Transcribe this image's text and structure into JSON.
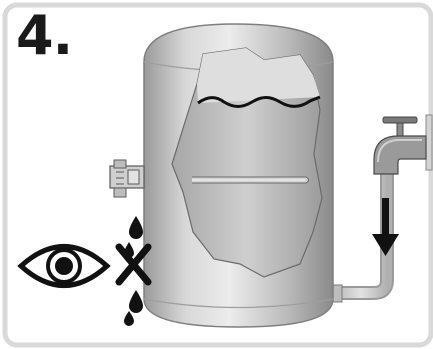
{
  "step": {
    "number": "4."
  },
  "icons": {
    "frame": "rounded-frame",
    "tank": "water-heater-tank-icon",
    "tank_cutaway": "tank-cutaway-interior",
    "water_level": "water-level-wave",
    "heating_element": "heating-element-rod",
    "safety_valve": "safety-valve-icon",
    "faucet": "water-tap-icon",
    "pipe": "drain-pipe",
    "flow_arrow": "flow-direction-arrow-down",
    "eye": "eye-icon",
    "cross": "prohibited-cross-icon",
    "drops": "water-drop-icon"
  },
  "colors": {
    "frame": "#d9d9d9",
    "tank_light": "#e6e6e6",
    "tank_mid": "#bdbdbd",
    "tank_dark": "#8e8e8e",
    "outline": "#1a1a1a",
    "pipe": "#c9c9c9",
    "arrow": "#111111"
  }
}
